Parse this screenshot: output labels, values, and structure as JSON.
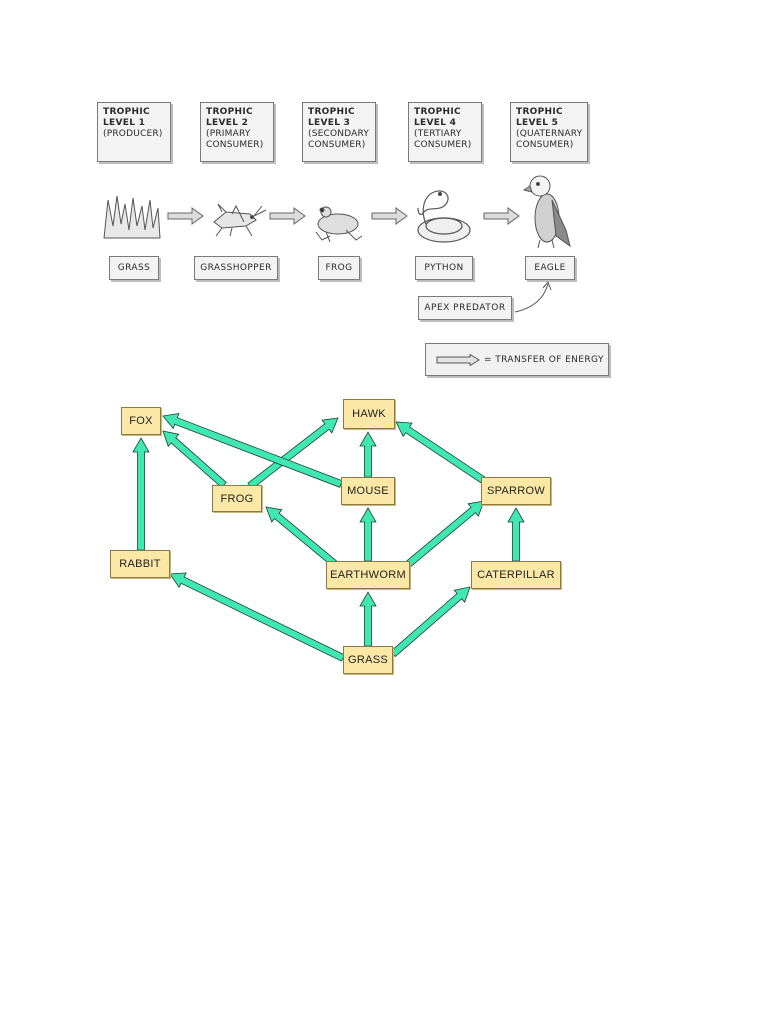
{
  "trophic_levels": [
    {
      "line1": "TROPHIC",
      "line2": "LEVEL 1",
      "line3": "(PRODUCER)",
      "line4": ""
    },
    {
      "line1": "TROPHIC",
      "line2": "LEVEL 2",
      "line3": "(PRIMARY",
      "line4": "CONSUMER)"
    },
    {
      "line1": "TROPHIC",
      "line2": "LEVEL 3",
      "line3": "(SECONDARY",
      "line4": "CONSUMER)"
    },
    {
      "line1": "TROPHIC",
      "line2": "LEVEL 4",
      "line3": "(TERTIARY",
      "line4": "CONSUMER)"
    },
    {
      "line1": "TROPHIC",
      "line2": "LEVEL 5",
      "line3": "(QUATERNARY",
      "line4": "CONSUMER)"
    }
  ],
  "food_chain": [
    "GRASS",
    "GRASSHOPPER",
    "FROG",
    "PYTHON",
    "EAGLE"
  ],
  "apex_label": "APEX PREDATOR",
  "key": {
    "text": "= TRANSFER OF ENERGY"
  },
  "food_web": {
    "nodes": [
      "FOX",
      "HAWK",
      "FROG",
      "MOUSE",
      "SPARROW",
      "RABBIT",
      "EARTHWORM",
      "CATERPILLAR",
      "GRASS"
    ],
    "arrows": [
      {
        "from": "GRASS",
        "to": "RABBIT"
      },
      {
        "from": "GRASS",
        "to": "EARTHWORM"
      },
      {
        "from": "GRASS",
        "to": "CATERPILLAR"
      },
      {
        "from": "RABBIT",
        "to": "FOX"
      },
      {
        "from": "EARTHWORM",
        "to": "FROG"
      },
      {
        "from": "EARTHWORM",
        "to": "MOUSE"
      },
      {
        "from": "EARTHWORM",
        "to": "SPARROW"
      },
      {
        "from": "CATERPILLAR",
        "to": "SPARROW"
      },
      {
        "from": "FROG",
        "to": "FOX"
      },
      {
        "from": "FROG",
        "to": "HAWK"
      },
      {
        "from": "MOUSE",
        "to": "FOX"
      },
      {
        "from": "MOUSE",
        "to": "HAWK"
      },
      {
        "from": "SPARROW",
        "to": "HAWK"
      }
    ]
  },
  "colors": {
    "web_arrow": "#3fe8b0",
    "web_arrow_outline": "#1f3f35",
    "node_fill": "#fbe8a6",
    "chain_arrow": "#dcdcdc"
  }
}
